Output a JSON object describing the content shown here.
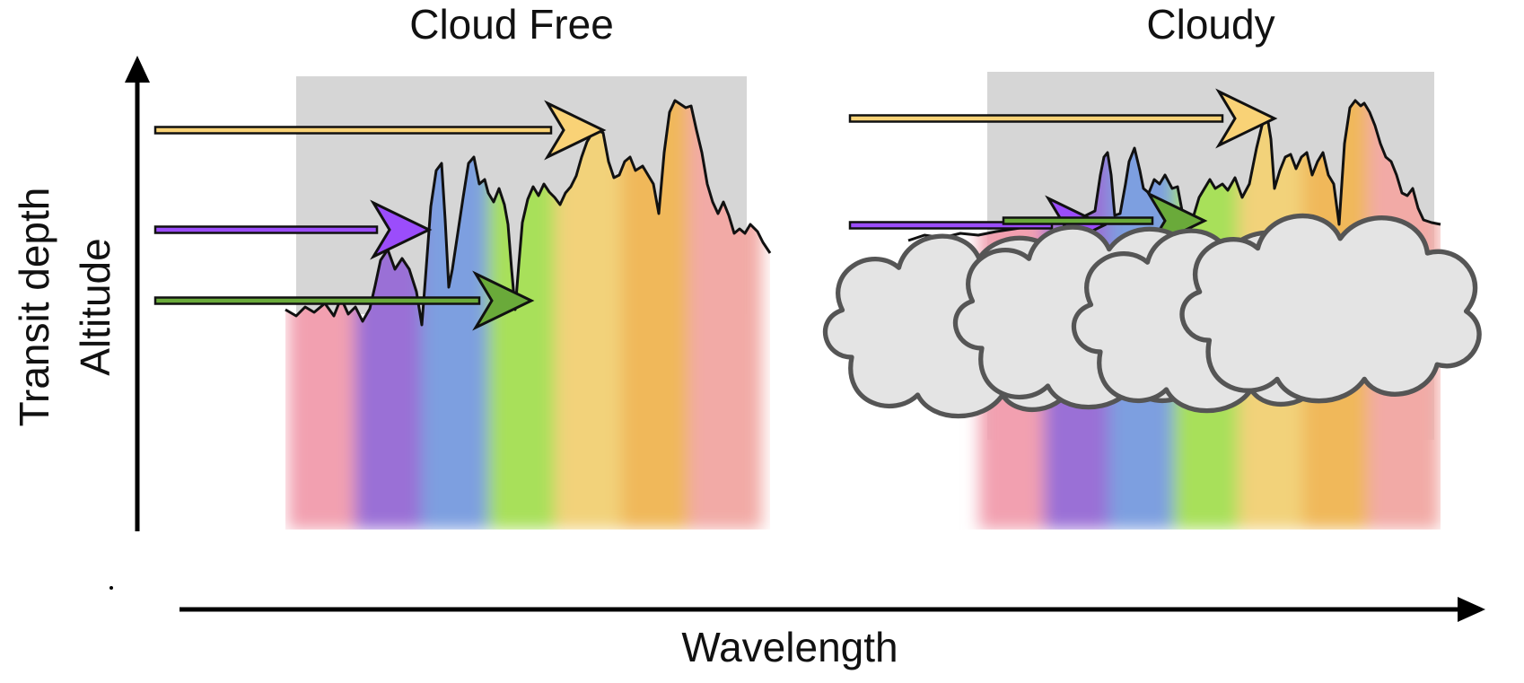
{
  "panels": [
    {
      "id": "cloud-free",
      "title": "Cloud Free"
    },
    {
      "id": "cloudy",
      "title": "Cloudy"
    }
  ],
  "axes": {
    "y_label_outer": "Transit depth",
    "y_label_inner": "Altitude",
    "x_label": "Wavelength"
  },
  "colors": {
    "band_gray": "#d6d6d6",
    "spectrum": [
      "#f2a0b0",
      "#9a6fd6",
      "#7d9fe0",
      "#a8e05a",
      "#f2d27a",
      "#f0b85a",
      "#f2aaa6"
    ],
    "arrow_yellow": "#f9d276",
    "arrow_purple": "#9b4dfb",
    "arrow_green": "#6aaa3a",
    "cloud_fill": "#e4e4e4",
    "cloud_stroke": "#555555"
  },
  "icons": [
    "arrow-right-icon",
    "cloud-icon"
  ]
}
